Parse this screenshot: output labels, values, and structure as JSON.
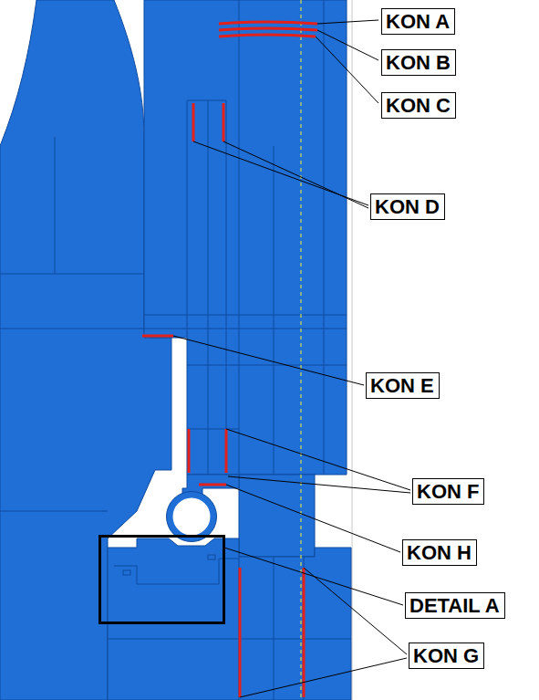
{
  "diagram": {
    "nodes": [
      {
        "text": [
          "KON A"
        ]
      },
      {
        "text": [
          "KON B"
        ]
      },
      {
        "text": [
          "KON C"
        ]
      },
      {
        "text": [
          "KON D"
        ]
      },
      {
        "text": [
          "KON E"
        ]
      },
      {
        "text": [
          "KON F"
        ]
      },
      {
        "text": [
          "KON H"
        ]
      },
      {
        "text": [
          "DETAIL A"
        ]
      },
      {
        "text": [
          "KON G"
        ]
      }
    ]
  }
}
